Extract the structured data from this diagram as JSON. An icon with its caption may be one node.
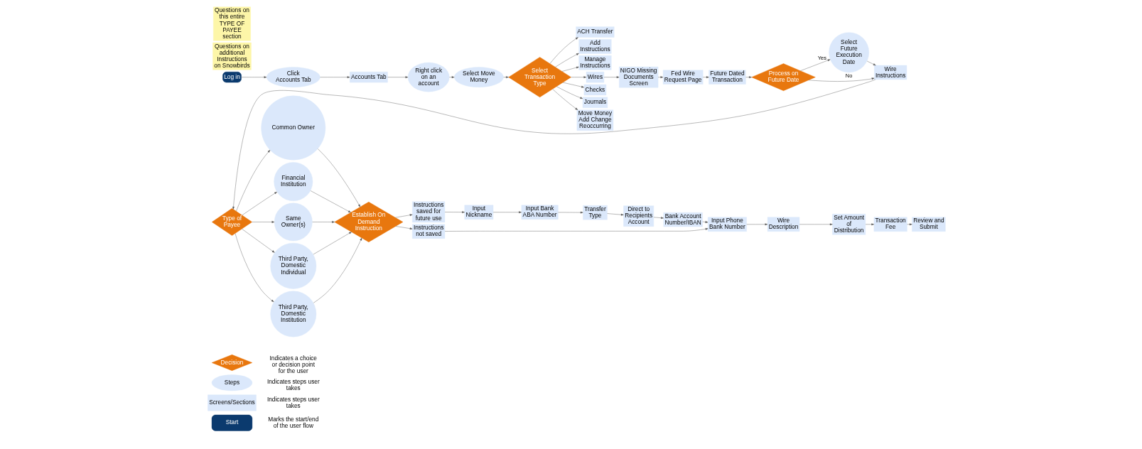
{
  "diagram": {
    "nodes": [
      {
        "text": [
          "Start"
        ],
        "beside": [
          "Marks the start/end of the user flow"
        ]
      },
      {
        "text": [
          "Screens/Sections"
        ],
        "beside": [
          "Indicates steps user takes"
        ]
      },
      {
        "text": [
          "Steps"
        ],
        "beside": [
          "Indicates steps user takes"
        ]
      },
      {
        "text": [
          "Decision"
        ],
        "beside": [
          "Indicates a choice or decision point for the user"
        ]
      },
      {
        "text": [
          "Log in"
        ]
      },
      {
        "text": [
          "Click Accounts Tab"
        ]
      },
      {
        "text": [
          "Accounts Tab"
        ]
      },
      {
        "text": [
          "Right click on an account"
        ]
      },
      {
        "text": [
          "Select Move Money"
        ]
      },
      {
        "text": [
          "Select Transaction Type"
        ]
      },
      {
        "text": [
          "ACH Transfer"
        ]
      },
      {
        "text": [
          "Add Instructions"
        ]
      },
      {
        "text": [
          "Manage Instructions"
        ]
      },
      {
        "text": [
          "Wires"
        ]
      },
      {
        "text": [
          "Checks"
        ]
      },
      {
        "text": [
          "Journals"
        ]
      },
      {
        "text": [
          "Move Money Add Change Reoccurring"
        ]
      },
      {
        "text": [
          "NIGO Missing Documents Screen"
        ]
      },
      {
        "text": [
          "Fed Wire Request Page"
        ]
      },
      {
        "text": [
          "Future Dated Transaction"
        ]
      },
      {
        "text": [
          "Process on Future Date"
        ]
      },
      {
        "text": [
          "Select Future Execution Date"
        ]
      },
      {
        "text": [
          "Wire Instructions"
        ]
      },
      {
        "text": [
          "Questions on additional Instructions on Snowbirds"
        ]
      },
      {
        "text": [
          "Type of Payee"
        ]
      },
      {
        "text": [
          "Common Owner"
        ]
      },
      {
        "text": [
          "Financial Institution"
        ]
      },
      {
        "text": [
          "Same Owner(s)"
        ]
      },
      {
        "text": [
          "Third Party, Domestic Individual"
        ]
      },
      {
        "text": [
          "Third Party, Domestic Institution"
        ]
      },
      {
        "text": [
          "Questions on this entire TYPE OF PAYEE section"
        ]
      },
      {
        "text": [
          "Establish On Demand Instruction"
        ]
      },
      {
        "text": [
          "Instructions saved for future use"
        ]
      },
      {
        "text": [
          "Instructions not saved"
        ]
      },
      {
        "text": [
          "Input Nickname"
        ]
      },
      {
        "text": [
          "Input Bank ABA Number"
        ]
      },
      {
        "text": [
          "Transfer Type"
        ]
      },
      {
        "text": [
          "Direct to Recipients Account"
        ]
      },
      {
        "text": [
          "Bank Account Number/IBAN"
        ]
      },
      {
        "text": [
          "Input Phone Bank Number"
        ]
      },
      {
        "text": [
          "Wire Description"
        ]
      },
      {
        "text": [
          "Set Amount of Distribution"
        ]
      },
      {
        "text": [
          "Transaction Fee"
        ]
      },
      {
        "text": [
          "Review and Submit"
        ]
      }
    ],
    "edges": [
      {
        "from": 4,
        "to": 5,
        "arrow": "to"
      },
      {
        "from": 5,
        "to": 6,
        "arrow": "to"
      },
      {
        "from": 6,
        "to": 7,
        "arrow": "to"
      },
      {
        "from": 7,
        "to": 8,
        "arrow": "to"
      },
      {
        "from": 8,
        "to": 9,
        "arrow": "to"
      },
      {
        "from": 9,
        "to": 10,
        "arrow": "to"
      },
      {
        "from": 9,
        "to": 11,
        "arrow": "to"
      },
      {
        "from": 9,
        "to": 12,
        "arrow": "to"
      },
      {
        "from": 9,
        "to": 13,
        "arrow": "to"
      },
      {
        "from": 9,
        "to": 14,
        "arrow": "to"
      },
      {
        "from": 9,
        "to": 15,
        "arrow": "to"
      },
      {
        "from": 9,
        "to": 16,
        "arrow": "to"
      },
      {
        "from": 13,
        "to": 17,
        "arrow": "to"
      },
      {
        "from": 17,
        "to": 18,
        "arrow": "to"
      },
      {
        "from": 18,
        "to": 19,
        "arrow": "to"
      },
      {
        "from": 19,
        "to": 20,
        "arrow": "to"
      },
      {
        "from": 20,
        "to": 21,
        "arrow": "to",
        "label": "Yes"
      },
      {
        "from": 20,
        "to": 22,
        "arrow": "to",
        "label": "No"
      },
      {
        "from": 21,
        "to": 22,
        "arrow": "to"
      },
      {
        "from": 22,
        "to": 24,
        "arrow": "to"
      },
      {
        "from": 24,
        "to": 25,
        "arrow": "to"
      },
      {
        "from": 24,
        "to": 26,
        "arrow": "to"
      },
      {
        "from": 24,
        "to": 27,
        "arrow": "to"
      },
      {
        "from": 24,
        "to": 28,
        "arrow": "to"
      },
      {
        "from": 24,
        "to": 29,
        "arrow": "to"
      },
      {
        "from": 25,
        "to": 31,
        "arrow": "to"
      },
      {
        "from": 26,
        "to": 31,
        "arrow": "to"
      },
      {
        "from": 27,
        "to": 31,
        "arrow": "to"
      },
      {
        "from": 28,
        "to": 31,
        "arrow": "to"
      },
      {
        "from": 29,
        "to": 31,
        "arrow": "to"
      },
      {
        "from": 31,
        "to": 32,
        "arrow": "to"
      },
      {
        "from": 31,
        "to": 33,
        "arrow": "to"
      },
      {
        "from": 32,
        "to": 34,
        "arrow": "to"
      },
      {
        "from": 34,
        "to": 35,
        "arrow": "to"
      },
      {
        "from": 35,
        "to": 36,
        "arrow": "to"
      },
      {
        "from": 36,
        "to": 37,
        "arrow": "to"
      },
      {
        "from": 37,
        "to": 38,
        "arrow": "to"
      },
      {
        "from": 38,
        "to": 39,
        "arrow": "to"
      },
      {
        "from": 33,
        "to": 39,
        "arrow": "to"
      },
      {
        "from": 39,
        "to": 40,
        "arrow": "to"
      },
      {
        "from": 40,
        "to": 41,
        "arrow": "to"
      },
      {
        "from": 41,
        "to": 42,
        "arrow": "to"
      },
      {
        "from": 42,
        "to": 43,
        "arrow": "to"
      }
    ]
  }
}
